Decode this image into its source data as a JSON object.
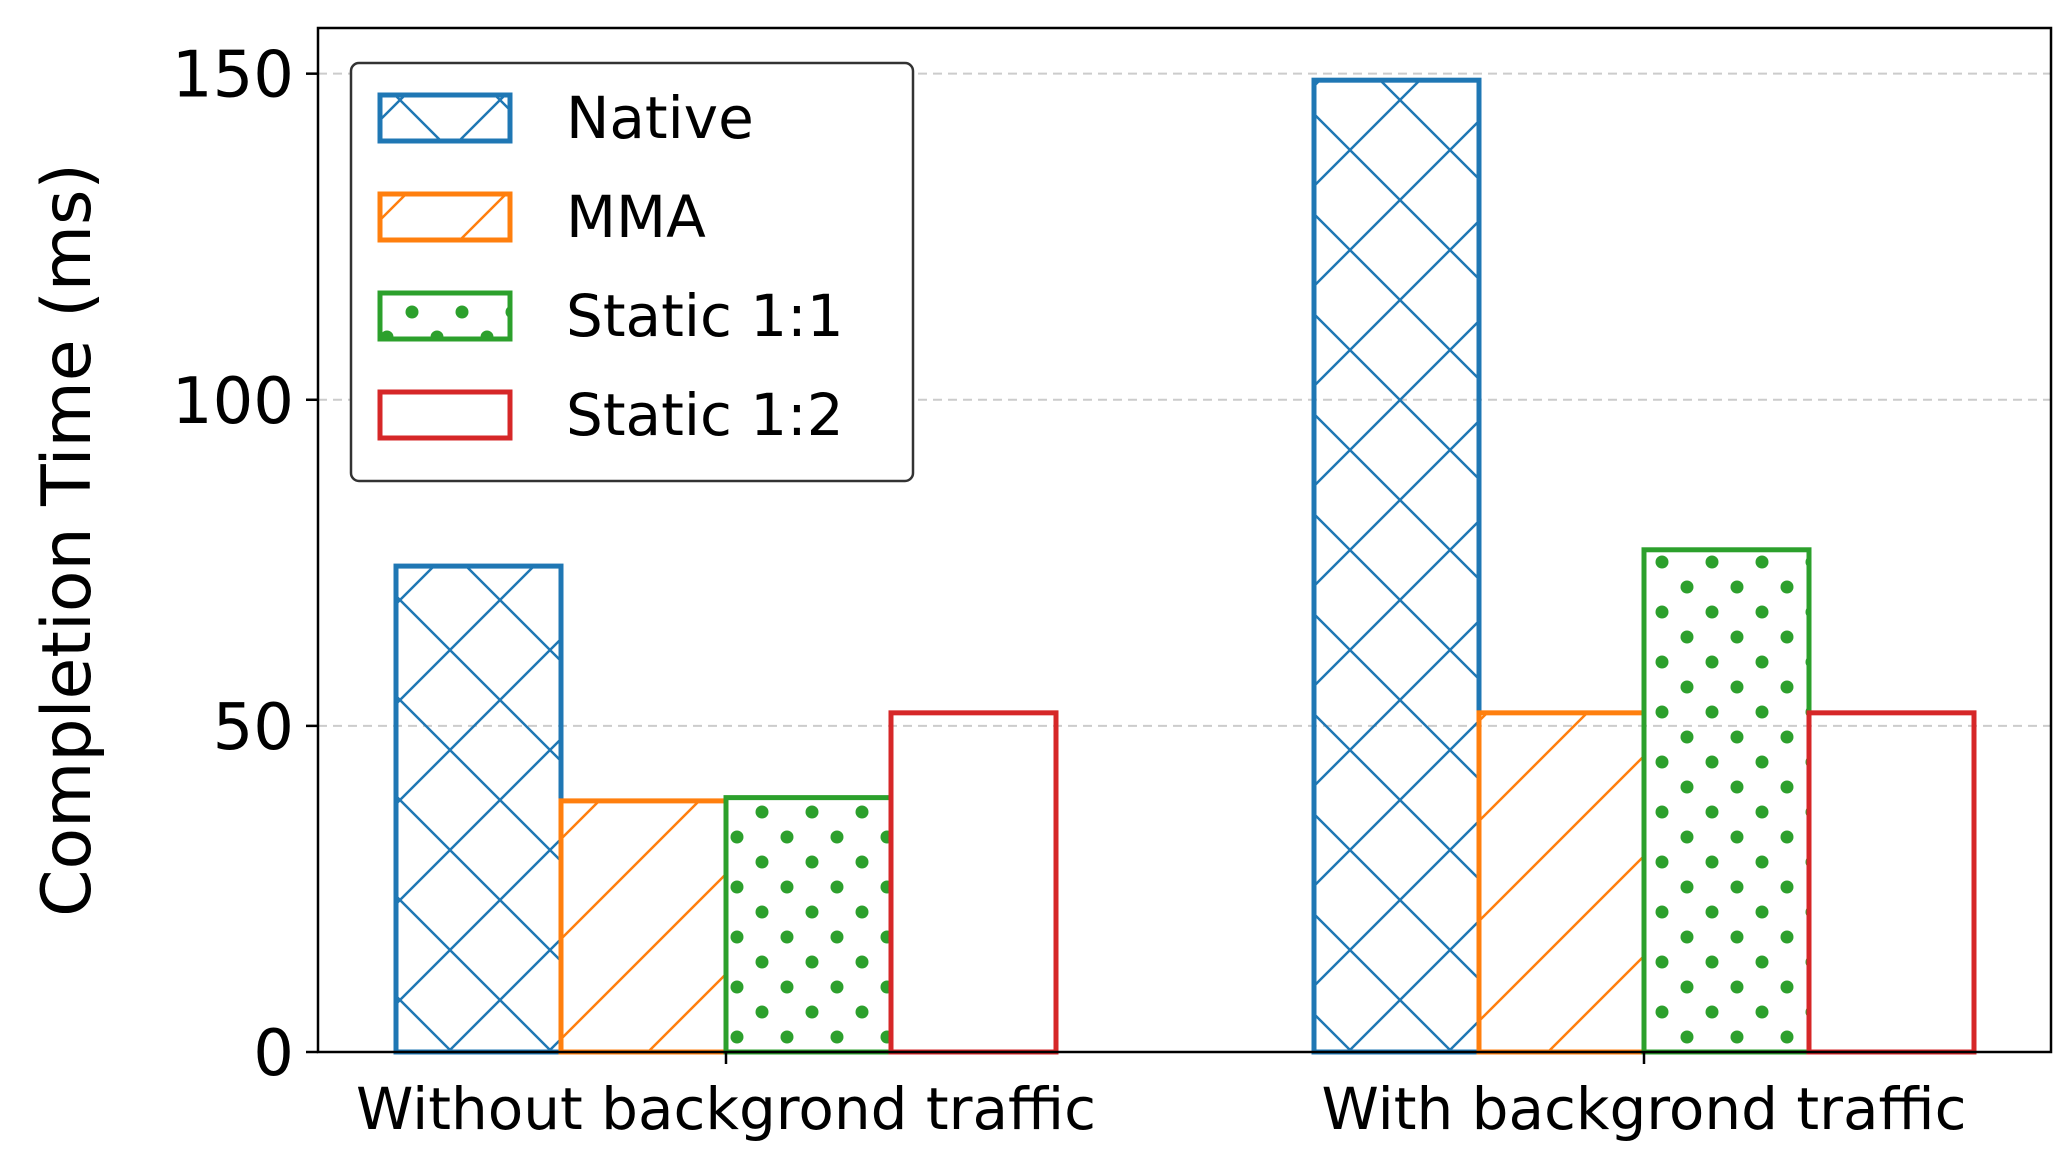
{
  "chart_data": {
    "type": "bar",
    "categories": [
      "Without backgrond traffic",
      "With backgrond traffic"
    ],
    "series": [
      {
        "name": "Native",
        "values": [
          74.5,
          149
        ],
        "color": "#1f77b4",
        "hatch": "crosshatch"
      },
      {
        "name": "MMA",
        "values": [
          38.5,
          52
        ],
        "color": "#ff7f0e",
        "hatch": "diagonal"
      },
      {
        "name": "Static 1:1",
        "values": [
          39,
          77
        ],
        "color": "#2ca02c",
        "hatch": "dots"
      },
      {
        "name": "Static 1:2",
        "values": [
          52,
          52
        ],
        "color": "#d62728",
        "hatch": "none"
      }
    ],
    "title": "",
    "xlabel": "",
    "ylabel": "Completion Time (ms)",
    "ylim": [
      0,
      157
    ],
    "yticks": [
      0,
      50,
      100,
      150
    ],
    "grid": "y-dashed",
    "legend_position": "top-left"
  }
}
